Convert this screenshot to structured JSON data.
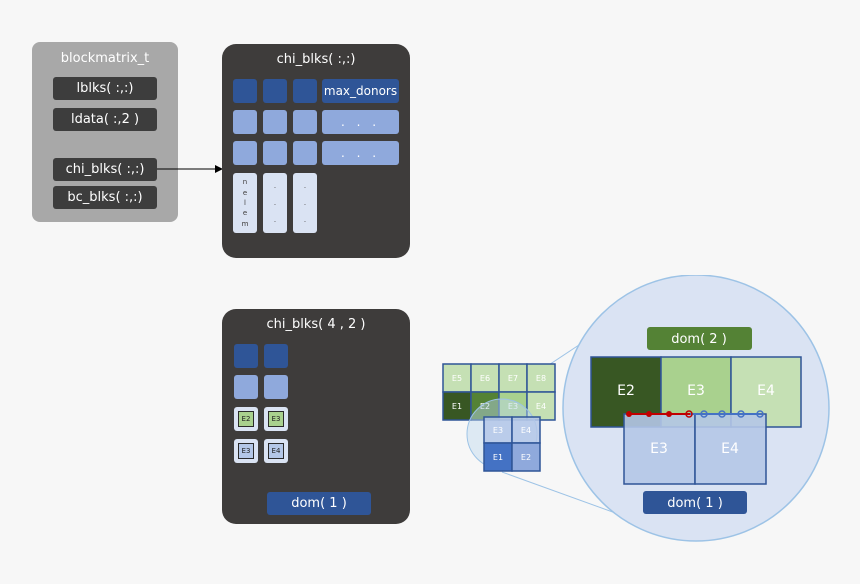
{
  "blockmatrix": {
    "title": "blockmatrix_t",
    "fields": [
      "lblks( :,:)",
      "ldata( :,2 )",
      "chi_blks( :,:)",
      "bc_blks( :,:)"
    ]
  },
  "chi_panel": {
    "title": "chi_blks( :,:)",
    "max_label": "max_donors",
    "dots_label": ". . .",
    "nelem_chars": [
      "n",
      "e",
      "l",
      "e",
      "m"
    ],
    "col_dots": [
      ".",
      ".",
      "."
    ]
  },
  "chi42_panel": {
    "title": "chi_blks( 4 , 2 )",
    "tiles": [
      {
        "label": "E2",
        "color": "#a9d18e"
      },
      {
        "label": "E3",
        "color": "#a9d18e"
      },
      {
        "label": "E3",
        "color": "#b4c7e7"
      },
      {
        "label": "E4",
        "color": "#b4c7e7"
      }
    ],
    "dom_label": "dom( 1 )"
  },
  "small_grid": {
    "top_row": [
      "E5",
      "E6",
      "E7",
      "E8"
    ],
    "mid_row": [
      "E1",
      "E2",
      "E3",
      "E4"
    ],
    "lower_row1": [
      "E3",
      "E4"
    ],
    "lower_row2": [
      "E1",
      "E2"
    ]
  },
  "zoom": {
    "dom2_label": "dom( 2 )",
    "dom1_label": "dom( 1 )",
    "green_cells": [
      "E2",
      "E3",
      "E4"
    ],
    "blue_cells": [
      "E3",
      "E4"
    ]
  },
  "colors": {
    "green_dark": "#385723",
    "green_mid": "#548235",
    "green_light": "#a9d18e",
    "green_pale": "#c5e0b4",
    "blue_dark": "#2f5597",
    "blue_mid": "#4472c4",
    "blue_light": "#8fa9dc",
    "blue_pale": "#dae3f3",
    "panel": "#3e3c3b",
    "struct": "#a8a8a8",
    "red": "#c00000"
  }
}
